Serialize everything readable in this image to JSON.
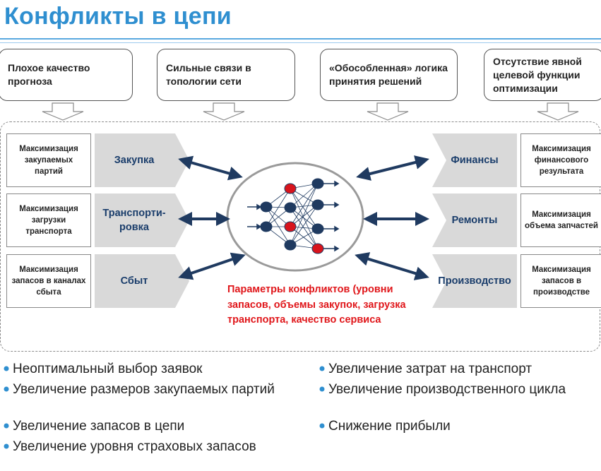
{
  "title": "Конфликты в цепи",
  "callouts": [
    "Плохое качество прогноза",
    "Сильные связи в топологии сети",
    "«Обособленная» логика принятия решений",
    "Отсутствие явной целевой функции оптимизации"
  ],
  "left_goals": [
    "Максимизация закупаемых партий",
    "Максимизация загрузки транспорта",
    "Максимизация запасов в каналах сбыта"
  ],
  "left_depts": [
    "Закупка",
    "Транспорти-ровка",
    "Сбыт"
  ],
  "right_depts": [
    "Финансы",
    "Ремонты",
    "Производство"
  ],
  "right_goals": [
    "Максимизация финансового результата",
    "Максимизация объема запчастей",
    "Максимизация запасов в производстве"
  ],
  "conflict_params": "Параметры конфликтов (уровни запасов, объемы закупок, загрузка транспорта, качество сервиса",
  "bullets_left": [
    "Неоптимальный выбор заявок",
    "Увеличение размеров закупаемых партий",
    "Увеличение запасов в цепи",
    "Увеличение уровня страховых запасов"
  ],
  "bullets_right": [
    "Увеличение затрат на транспорт",
    "Увеличение производственного цикла",
    "Снижение прибыли"
  ],
  "colors": {
    "title": "#2f8fd0",
    "arrow": "#1f3a60",
    "node_blue": "#1f3a60",
    "node_red": "#d8141c",
    "conflict_text": "#e0161a",
    "dept_fill": "#d9d9d9"
  }
}
